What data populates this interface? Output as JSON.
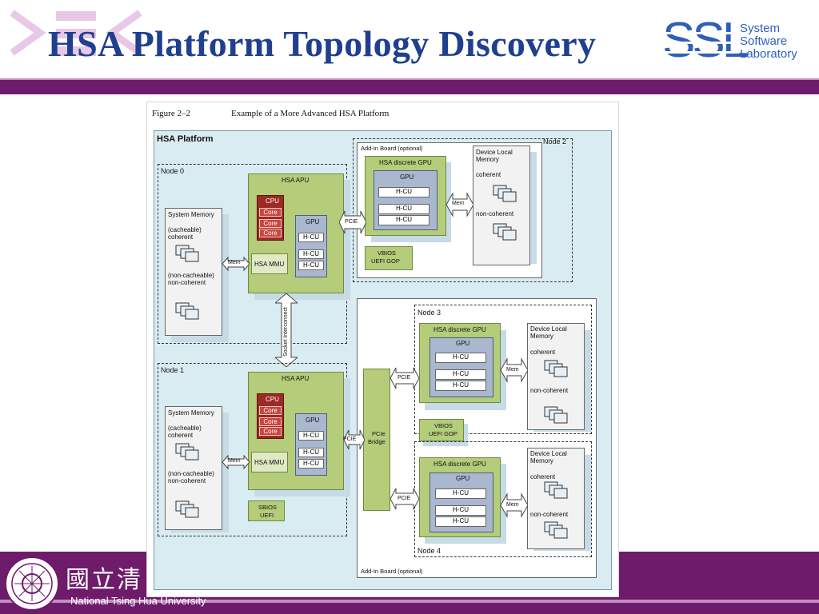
{
  "slide": {
    "title": "HSA Platform Topology Discovery",
    "logo": {
      "letters": "SSL",
      "line1": "System",
      "line2": "Software",
      "line3": "Laboratory"
    },
    "footer": {
      "university": "National Tsing Hua University",
      "chinese": "國立清"
    }
  },
  "figure": {
    "caption_num": "Figure 2–2",
    "caption_text": "Example of a More Advanced HSA Platform",
    "platform_label": "HSA Platform",
    "node0": "Node 0",
    "node1": "Node 1",
    "node2": "Node 2",
    "node3": "Node 3",
    "node4": "Node 4",
    "addin_top": "Add-In Board (optional)",
    "addin_bottom": "Add-In Board (optional)",
    "sys_mem": "System Memory",
    "cacheable": "(cacheable)",
    "coherent": "coherent",
    "non_cacheable": "(non-cacheable)",
    "non_coherent": "non-coherent",
    "hsa_apu": "HSA APU",
    "cpu": "CPU",
    "core": "Core",
    "gpu": "GPU",
    "hcu": "H-CU",
    "hsa_mmu": "HSA MMU",
    "mem": "Mem",
    "pcie": "PCIE",
    "socket": "Socket Interconnect",
    "discrete_gpu": "HSA discrete GPU",
    "dev_local_1": "Device Local",
    "dev_local_2": "Memory",
    "vbios_1": "VBIOS",
    "vbios_2": "UEFI GOP",
    "sbios_1": "SBIOS",
    "sbios_2": "UEFI",
    "pcie_bridge_1": "PCIe",
    "pcie_bridge_2": "Bridge"
  },
  "colors": {
    "accent": "#6e1b6b",
    "title": "#1f3f8f",
    "panel": "#d9ecf2",
    "apu": "#b5cc7a",
    "cpu": "#9c2a23",
    "gpu": "#a9b7cf"
  }
}
